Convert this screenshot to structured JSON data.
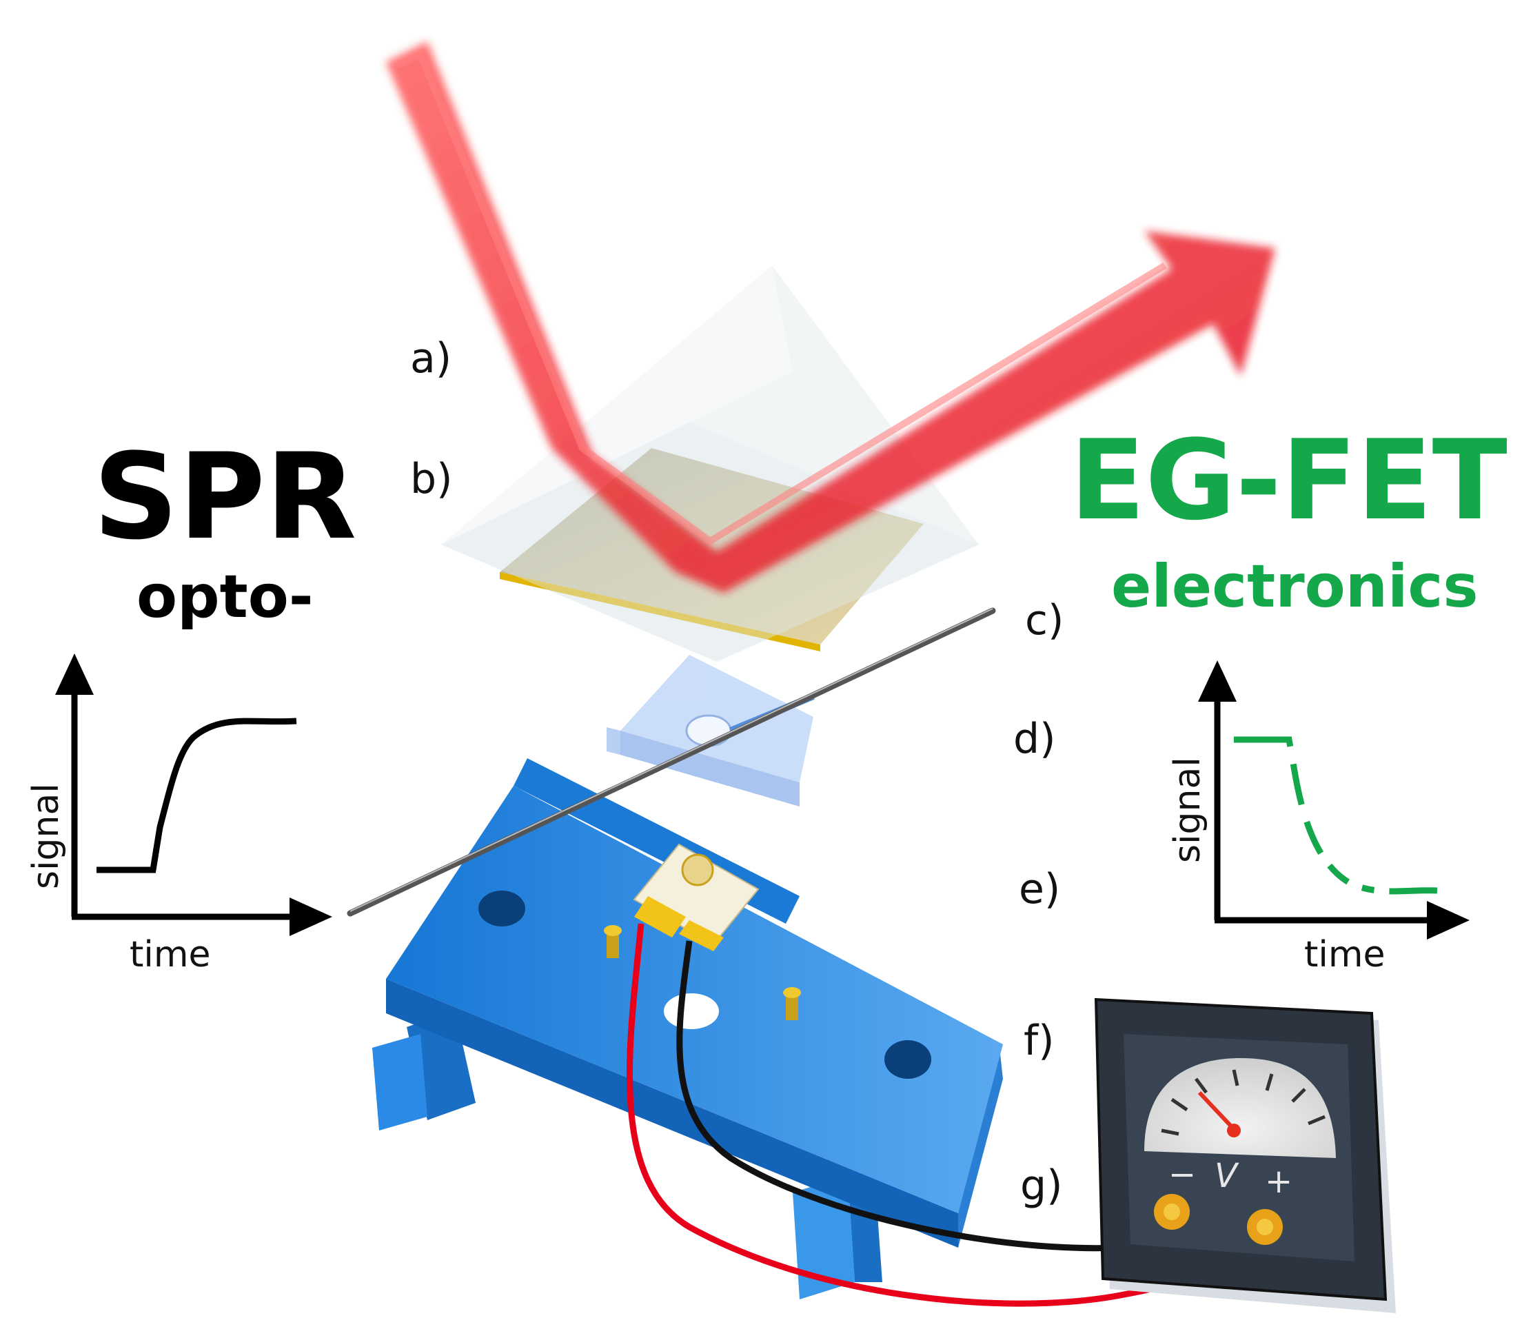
{
  "left_panel": {
    "title": "SPR",
    "subtitle": "opto-",
    "xlabel": "time",
    "ylabel": "signal",
    "title_color": "#000000"
  },
  "right_panel": {
    "title": "EG-FET",
    "subtitle": "electronics",
    "xlabel": "time",
    "ylabel": "signal",
    "title_color": "#14a84a"
  },
  "component_labels": {
    "a": "a)",
    "b": "b)",
    "c": "c)",
    "d": "d)",
    "e": "e)",
    "f": "f)",
    "g": "g)"
  },
  "voltmeter": {
    "minus": "−",
    "unit": "V",
    "plus": "+"
  },
  "colors": {
    "laser": "#ff2a2a",
    "holder": "#1f86e0",
    "flow_cell": "#8fb8f0",
    "gold": "#d9b23a",
    "wire_red": "#e8001a",
    "wire_black": "#111111",
    "eg_fet_green": "#14a84a"
  }
}
